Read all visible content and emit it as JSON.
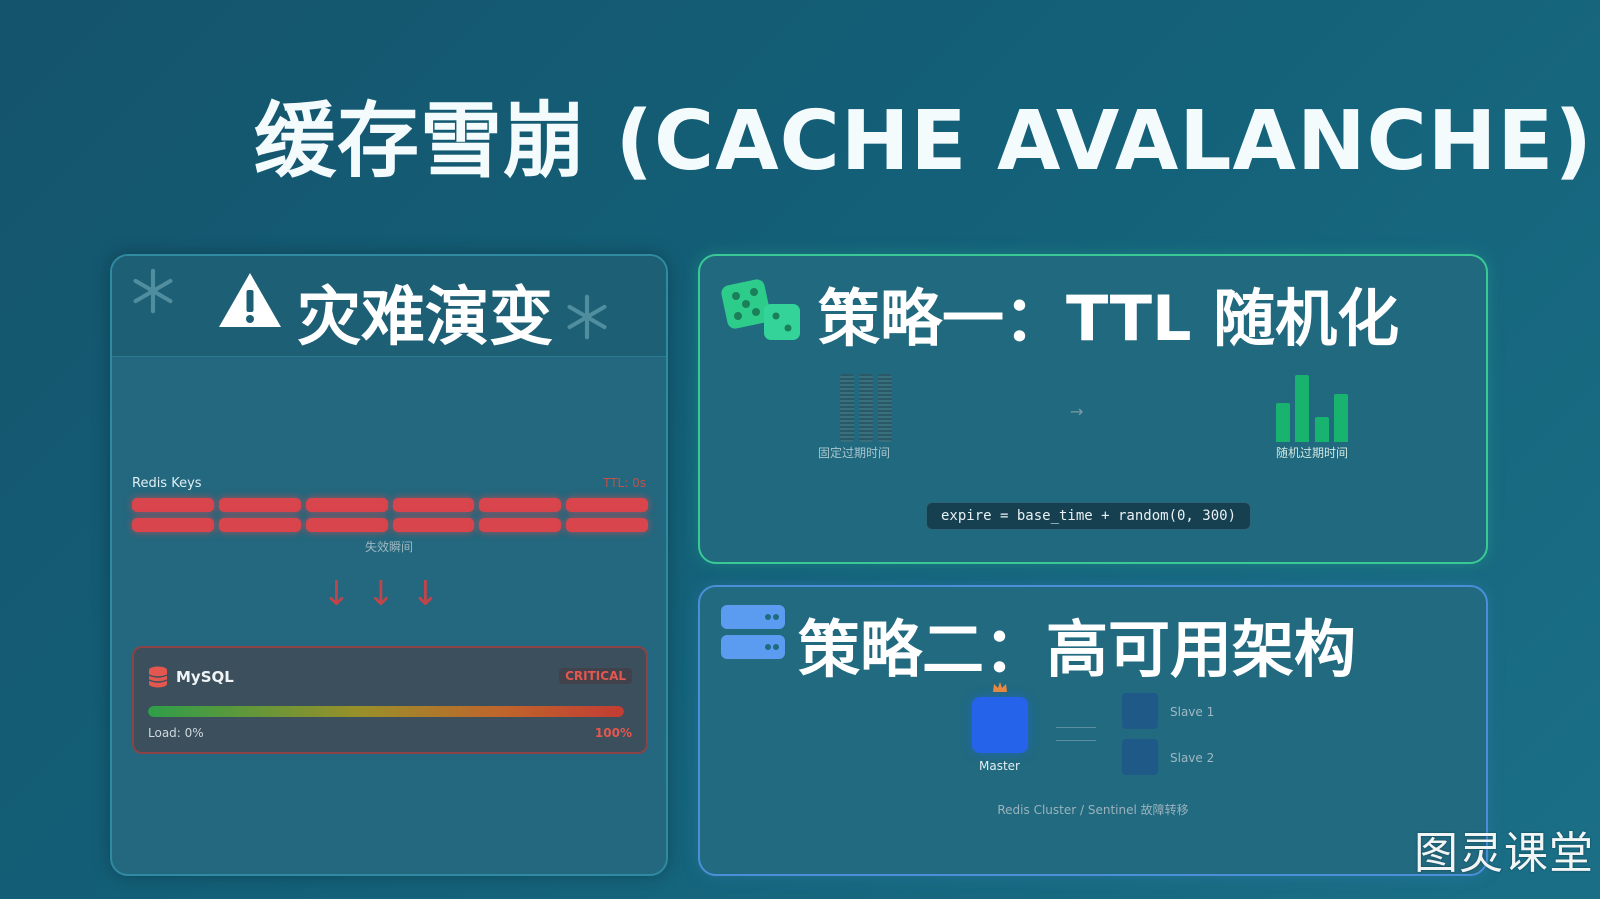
{
  "title": "缓存雪崩 (CACHE AVALANCHE)",
  "colors": {
    "background": "#136078",
    "danger": "#d9454c",
    "success": "#19b370",
    "info": "#2563eb"
  },
  "disaster": {
    "title": "灾难演变",
    "redis_label": "Redis Keys",
    "ttl_label": "TTL: 0s",
    "key_count": 12,
    "invalid_label": "失效瞬间",
    "arrows": "↓↓↓",
    "mysql": {
      "name": "MySQL",
      "status": "CRITICAL",
      "load_label": "Load: 0%",
      "load_max_label": "100%",
      "load_fraction": 1.0
    }
  },
  "strategy1": {
    "title": "策略一：TTL 随机化",
    "fixed_label": "固定过期时间",
    "arrow": "→",
    "random_label": "随机过期时间",
    "random_bar_levels": [
      0.55,
      0.95,
      0.35,
      0.68
    ],
    "code": "expire = base_time + random(0, 300)"
  },
  "strategy2": {
    "title": "策略二：高可用架构",
    "master_label": "Master",
    "slave1_label": "Slave 1",
    "slave2_label": "Slave 2",
    "cluster_label": "Redis Cluster / Sentinel 故障转移"
  },
  "watermark": "图灵课堂"
}
